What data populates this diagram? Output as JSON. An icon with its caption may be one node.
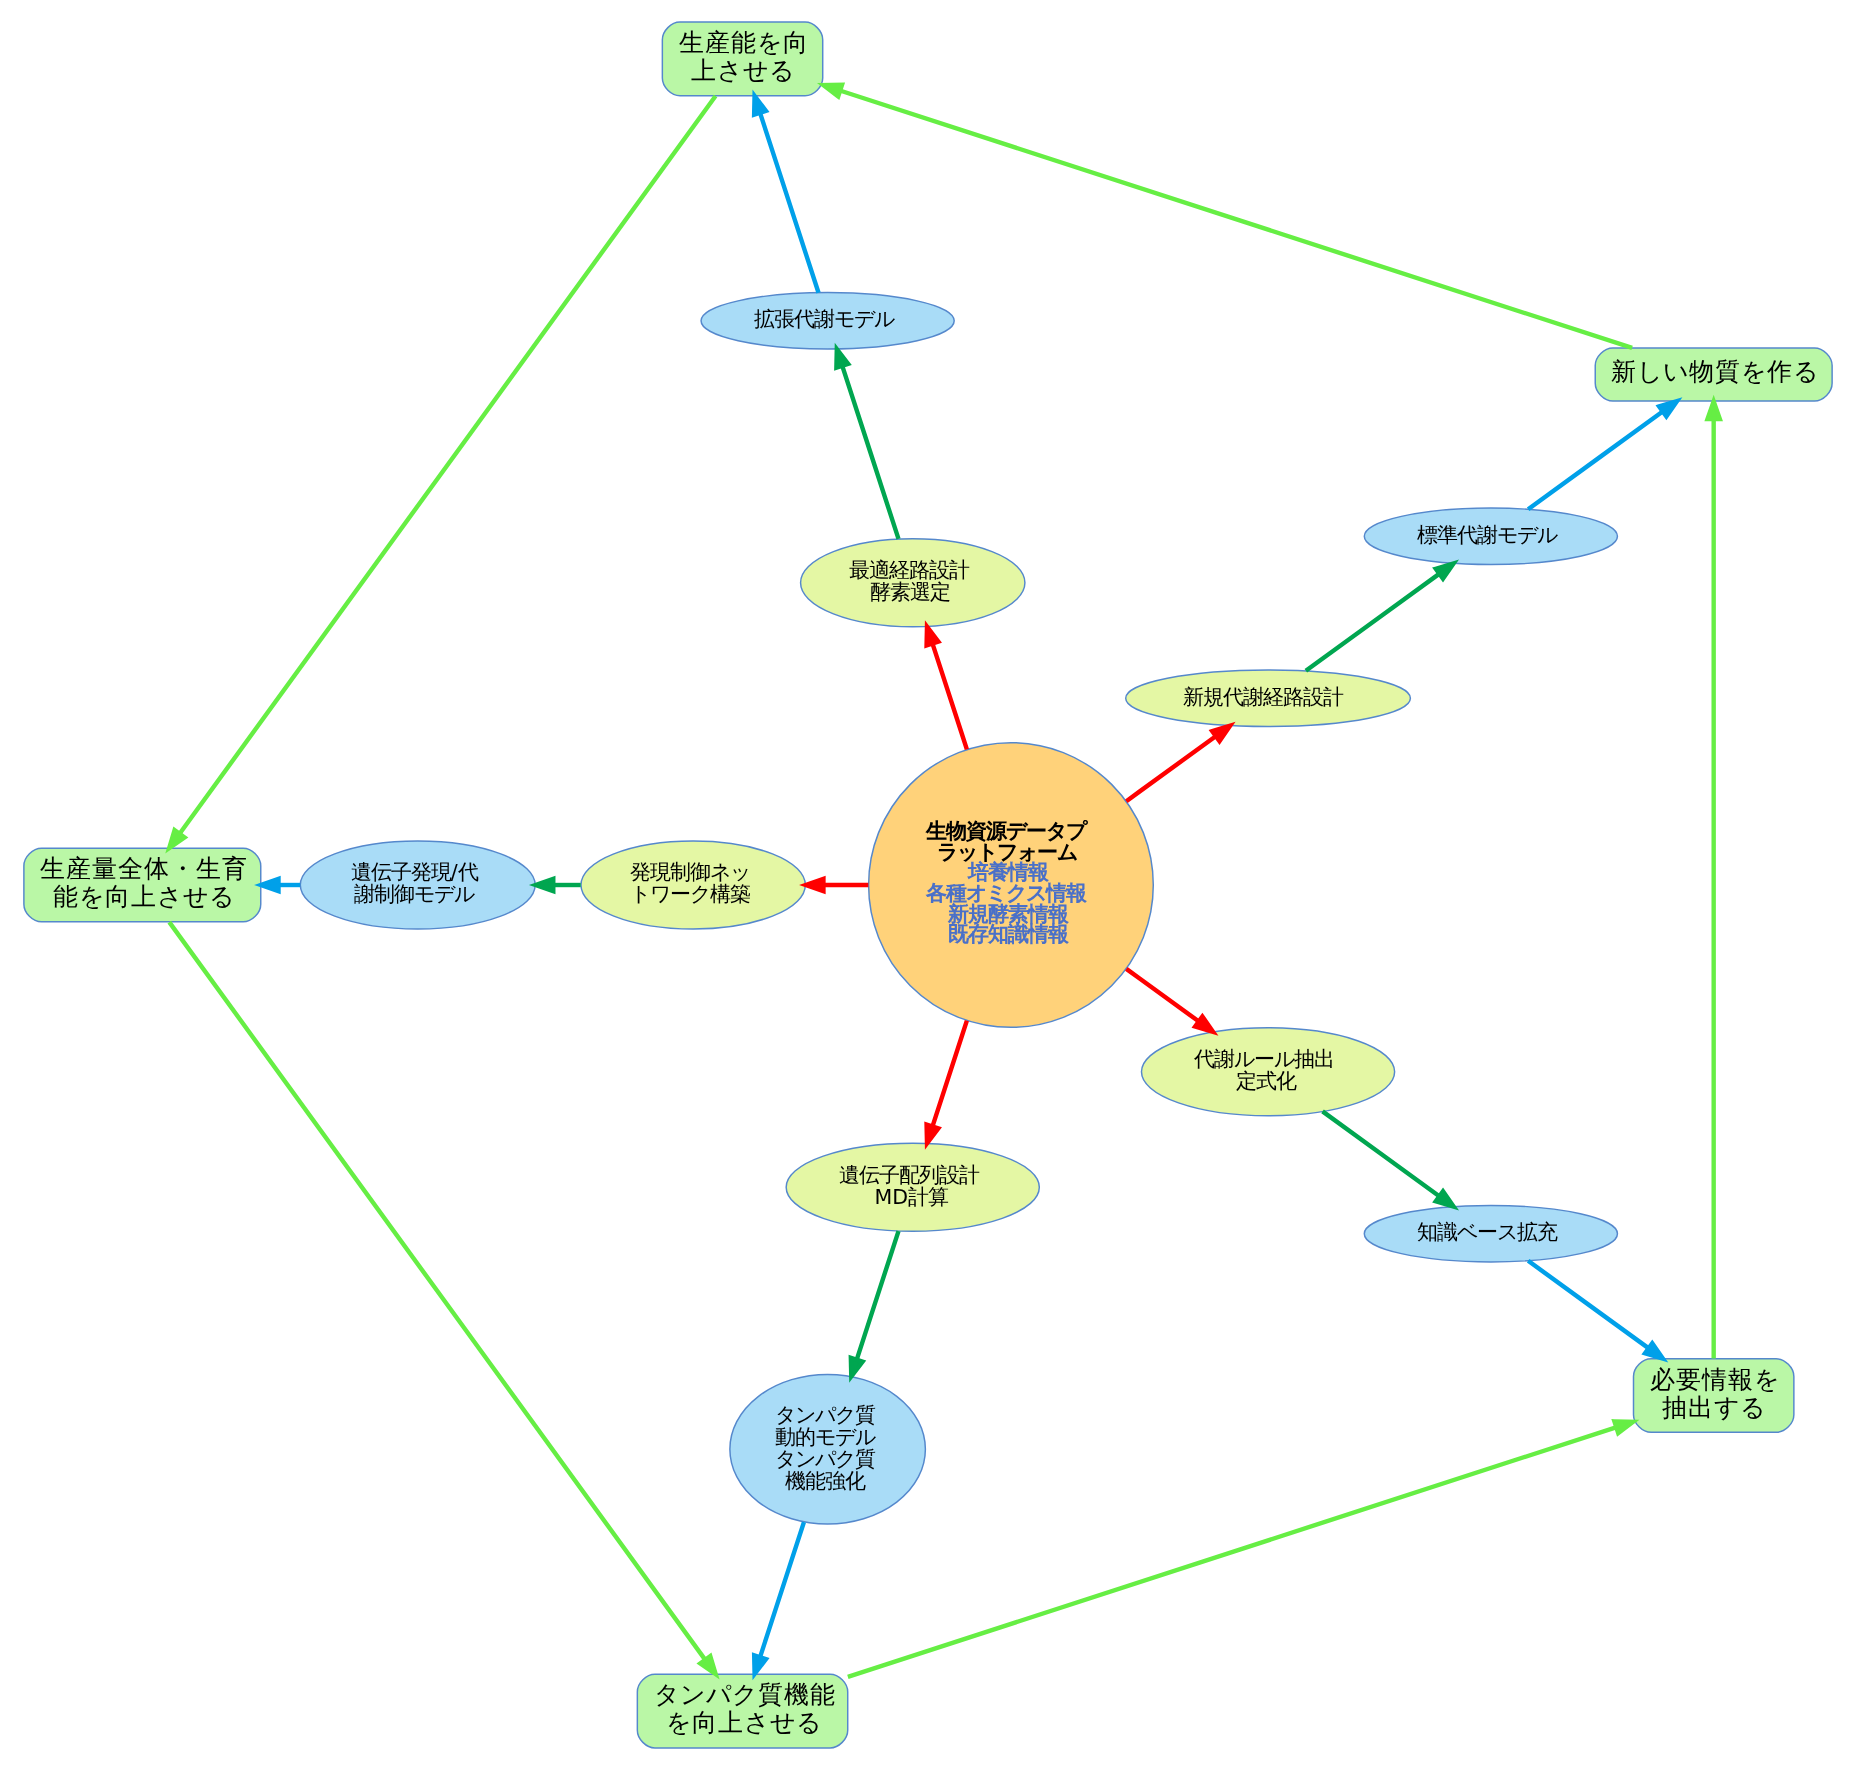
{
  "diagram": {
    "nodes": [
      {
        "text": [
          "生物資源データプラットフォーム",
          "培養情報",
          "各種オミクス情報",
          "新規酵素情報",
          "既存知識情報"
        ]
      },
      {
        "text": [
          "新規代謝経路設計"
        ]
      },
      {
        "text": [
          "最適経路設計",
          "酵素選定"
        ]
      },
      {
        "text": [
          "発現制御ネットワーク構築"
        ]
      },
      {
        "text": [
          "遺伝子配列設計",
          "MD計算"
        ]
      },
      {
        "text": [
          "代謝ルール抽出",
          "定式化"
        ]
      },
      {
        "text": [
          "標準代謝モデル"
        ]
      },
      {
        "text": [
          "拡張代謝モデル"
        ]
      },
      {
        "text": [
          "遺伝子発現/代謝制御モデル"
        ]
      },
      {
        "text": [
          "タンパク質動的モデル",
          "タンパク質機能強化"
        ]
      },
      {
        "text": [
          "知識ベース拡充"
        ]
      },
      {
        "text": [
          "新しい物質を作る"
        ]
      },
      {
        "text": [
          "生産能を向上させる"
        ]
      },
      {
        "text": [
          "生産量全体・生育能を向上させる"
        ]
      },
      {
        "text": [
          "タンパク質機能を向上させる"
        ]
      },
      {
        "text": [
          "必要情報を抽出する"
        ]
      }
    ],
    "edges": [
      {
        "from": 0,
        "to": 1,
        "arrow": "to",
        "color": "#ff0000"
      },
      {
        "from": 0,
        "to": 2,
        "arrow": "to",
        "color": "#ff0000"
      },
      {
        "from": 0,
        "to": 3,
        "arrow": "to",
        "color": "#ff0000"
      },
      {
        "from": 0,
        "to": 4,
        "arrow": "to",
        "color": "#ff0000"
      },
      {
        "from": 0,
        "to": 5,
        "arrow": "to",
        "color": "#ff0000"
      },
      {
        "from": 1,
        "to": 6,
        "arrow": "to",
        "color": "#00a650"
      },
      {
        "from": 2,
        "to": 7,
        "arrow": "to",
        "color": "#00a650"
      },
      {
        "from": 3,
        "to": 8,
        "arrow": "to",
        "color": "#00a650"
      },
      {
        "from": 4,
        "to": 9,
        "arrow": "to",
        "color": "#00a650"
      },
      {
        "from": 5,
        "to": 10,
        "arrow": "to",
        "color": "#00a650"
      },
      {
        "from": 6,
        "to": 11,
        "arrow": "to",
        "color": "#00a0e9"
      },
      {
        "from": 7,
        "to": 12,
        "arrow": "to",
        "color": "#00a0e9"
      },
      {
        "from": 8,
        "to": 13,
        "arrow": "to",
        "color": "#00a0e9"
      },
      {
        "from": 9,
        "to": 14,
        "arrow": "to",
        "color": "#00a0e9"
      },
      {
        "from": 10,
        "to": 15,
        "arrow": "to",
        "color": "#00a0e9"
      },
      {
        "from": 11,
        "to": 12,
        "arrow": "to",
        "color": "#66ee44"
      },
      {
        "from": 12,
        "to": 13,
        "arrow": "to",
        "color": "#66ee44"
      },
      {
        "from": 13,
        "to": 14,
        "arrow": "to",
        "color": "#66ee44"
      },
      {
        "from": 14,
        "to": 15,
        "arrow": "to",
        "color": "#66ee44"
      },
      {
        "from": 15,
        "to": 11,
        "arrow": "to",
        "color": "#66ee44"
      }
    ]
  }
}
